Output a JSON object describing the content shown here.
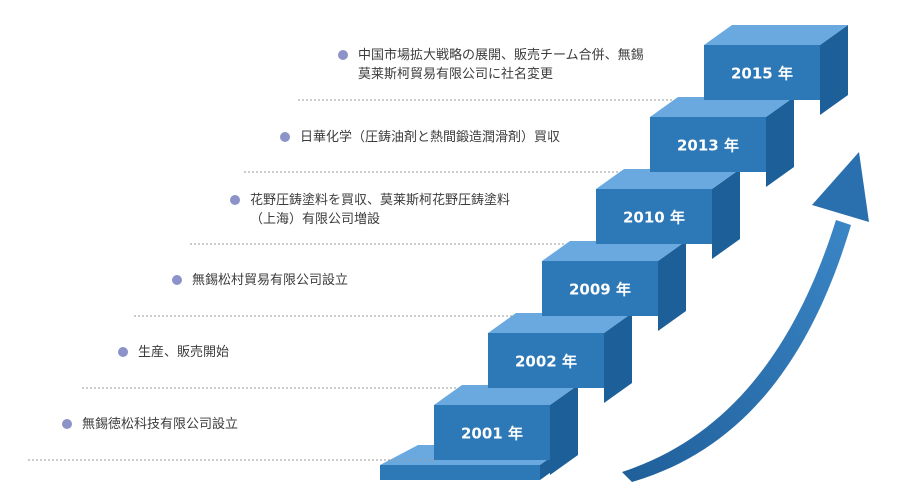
{
  "steps": [
    {
      "year": "2001 年",
      "lines": [
        "無錫徳松科技有限公司設立"
      ]
    },
    {
      "year": "2002 年",
      "lines": [
        "生産、販売開始"
      ]
    },
    {
      "year": "2009 年",
      "lines": [
        "無錫松村貿易有限公司設立"
      ]
    },
    {
      "year": "2010 年",
      "lines": [
        "花野圧鋳塗料を買収、莫莱斯柯花野圧鋳塗料",
        "（上海）有限公司増設"
      ]
    },
    {
      "year": "2013 年",
      "lines": [
        "日華化学（圧鋳油剤と熱間鍛造潤滑剤）買収"
      ]
    },
    {
      "year": "2015 年",
      "lines": [
        "中国市場拡大戦略の展開、販売チーム合併、無錫",
        "莫莱斯柯貿易有限公司に社名変更"
      ]
    }
  ],
  "colors": {
    "riser": "#2d78b6",
    "tread_top": "#6aa9e0",
    "side": "#1d5f98",
    "arrow": "#2a6fae",
    "bullet": "#8b93c8",
    "guide": "#9a9a9a"
  },
  "icons": {
    "bullet": "bullet-dot-icon",
    "arrow": "growth-arrow-icon"
  }
}
